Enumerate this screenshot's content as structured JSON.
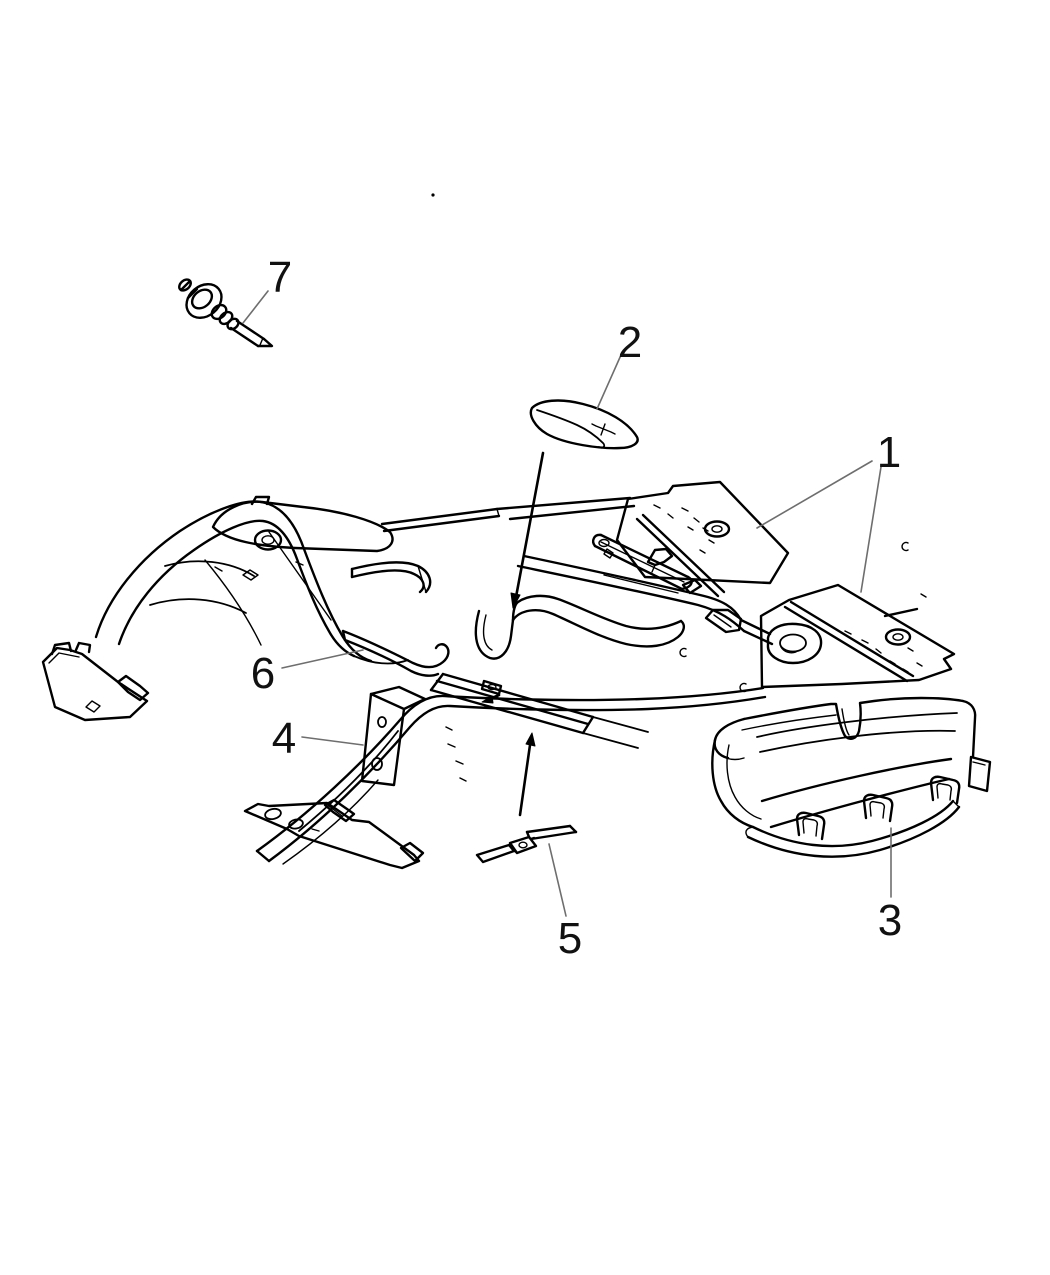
{
  "diagram": {
    "type": "exploded-parts-line-drawing",
    "subject": "floor pan, silencers, shields and brackets",
    "background_color": "#ffffff",
    "line_color": "#000000",
    "leader_color": "#6e6e6e",
    "callouts": [
      {
        "label": "1"
      },
      {
        "label": "2"
      },
      {
        "label": "3"
      },
      {
        "label": "4"
      },
      {
        "label": "5"
      },
      {
        "label": "6"
      },
      {
        "label": "7"
      }
    ]
  }
}
